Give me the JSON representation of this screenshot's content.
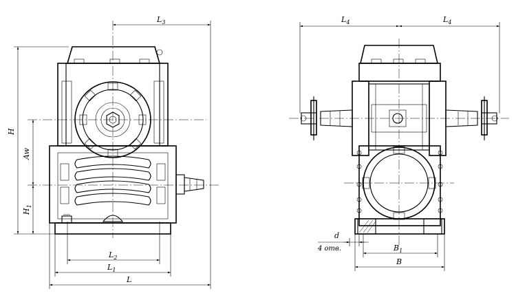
{
  "labels": {
    "L3": "L",
    "L3_sub": "3",
    "L4_left": "L",
    "L4_left_sub": "4",
    "L4_right": "L",
    "L4_right_sub": "4",
    "H": "H",
    "Aw": "Aw",
    "H1": "H",
    "H1_sub": "1",
    "L2": "L",
    "L2_sub": "2",
    "L1": "L",
    "L1_sub": "1",
    "L": "L",
    "d": "d",
    "holes": "4 отв.",
    "B1": "B",
    "B1_sub": "1",
    "B": "B"
  }
}
